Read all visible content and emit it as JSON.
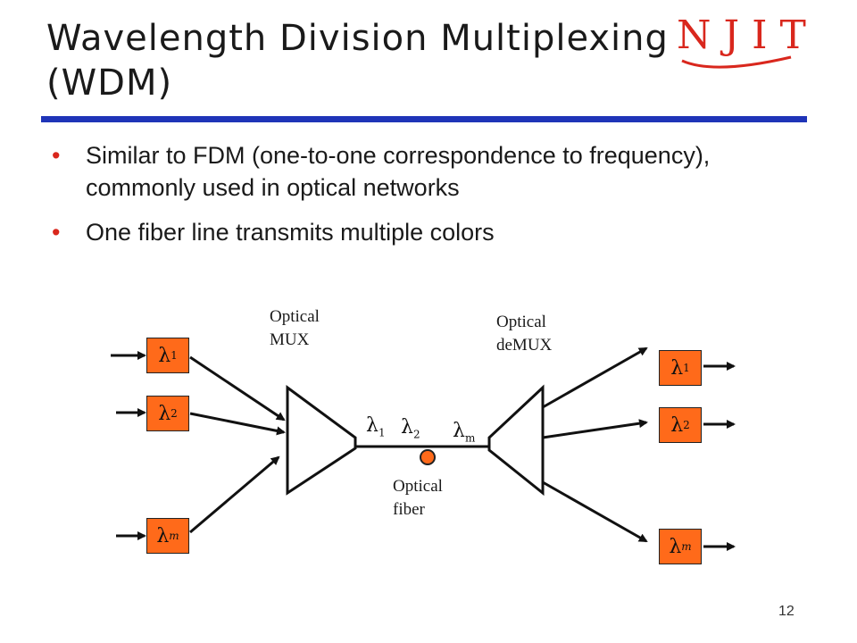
{
  "slide": {
    "title_line1": "Wavelength Division Multiplexing",
    "title_line2": "(WDM)",
    "logo_text": "NJIT",
    "bullets": [
      "Similar to FDM (one-to-one correspondence to frequency), commonly used in optical networks",
      "One fiber line transmits multiple colors"
    ],
    "page_number": "12"
  },
  "diagram": {
    "mux_label": "Optical MUX",
    "demux_label": "Optical deMUX",
    "fiber_label": "Optical fiber",
    "lambda": "λ",
    "inputs": [
      {
        "sub": "1"
      },
      {
        "sub": "2"
      },
      {
        "sub": "m"
      }
    ],
    "outputs": [
      {
        "sub": "1"
      },
      {
        "sub": "2"
      },
      {
        "sub": "m"
      }
    ],
    "fiber_lambdas": [
      {
        "sub": "1"
      },
      {
        "sub": "2"
      },
      {
        "sub": "m"
      }
    ]
  },
  "colors": {
    "accent_blue": "#1f34b8",
    "brand_red": "#d9271d",
    "wavelength_box": "#ff6a1a"
  }
}
